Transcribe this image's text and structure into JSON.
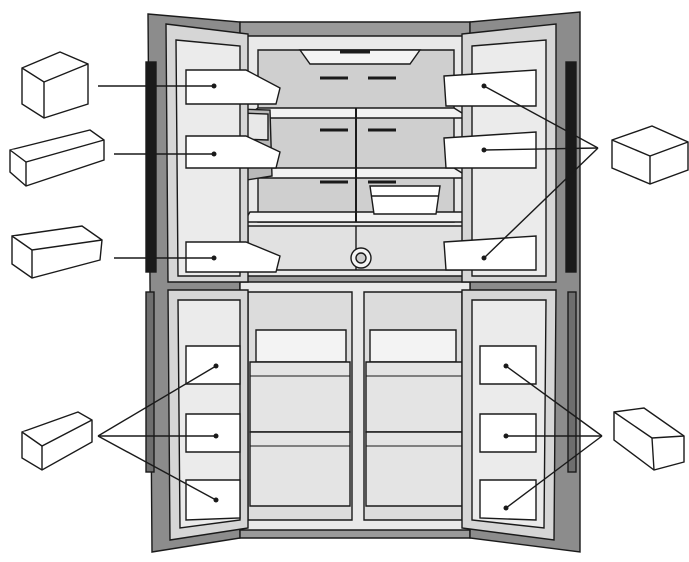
{
  "diagram": {
    "subject": "refrigerator-door-bin-layout",
    "colors": {
      "outline": "#1a1a1a",
      "body": "#8c8c8c",
      "body_dark": "#6e6e6e",
      "door_panel": "#d9d9d9",
      "interior": "#e6e6e6",
      "interior_light": "#f2f2f2",
      "back_wall": "#cfcfcf",
      "bin": "#ffffff",
      "leader": "#1a1a1a"
    },
    "callouts": [
      {
        "id": "fridge-top-left-bin",
        "style": "tall-bin"
      },
      {
        "id": "fridge-middle-left-bin",
        "style": "long-bin"
      },
      {
        "id": "fridge-bottom-left-bin",
        "style": "long-bin"
      },
      {
        "id": "fridge-right-bins",
        "style": "small-bin",
        "targets": 3
      },
      {
        "id": "freezer-left-bins",
        "style": "angled-bin",
        "targets": 3
      },
      {
        "id": "freezer-right-bins",
        "style": "angled-bin",
        "targets": 3
      }
    ]
  }
}
